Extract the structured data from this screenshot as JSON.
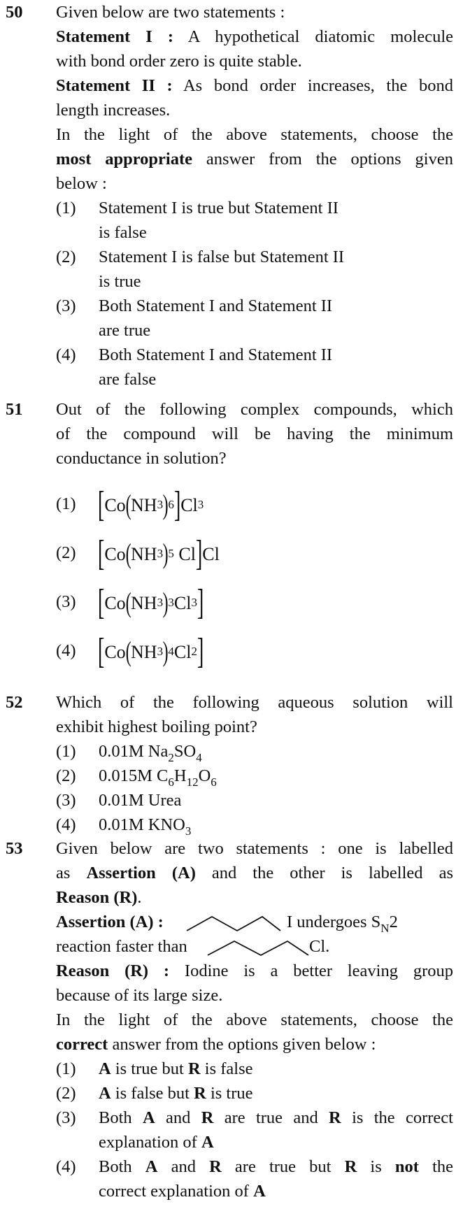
{
  "q50": {
    "number": "50",
    "line1": "Given below are two statements :",
    "s1_label": "Statement I :",
    "s1_text_a": " A hypothetical diatomic molecule",
    "s1_text_b": "with bond order zero is quite stable.",
    "s2_label": "Statement II :",
    "s2_text_a": " As bond order increases, the bond",
    "s2_text_b": "length increases.",
    "instr_a": "In the light of the above statements, choose the",
    "instr_bold": "most appropriate",
    "instr_b": " answer from the options given",
    "instr_c": "below :",
    "options": [
      {
        "num": "(1)",
        "a": "Statement I is true but Statement II",
        "b": "is false"
      },
      {
        "num": "(2)",
        "a": "Statement I is false but Statement II",
        "b": "is true"
      },
      {
        "num": "(3)",
        "a": "Both Statement I and Statement II",
        "b": "are true"
      },
      {
        "num": "(4)",
        "a": "Both Statement I and Statement II",
        "b": "are false"
      }
    ]
  },
  "q51": {
    "number": "51",
    "line1": "Out of the following complex compounds, which",
    "line2": "of the compound will be having the minimum",
    "line3": "conductance in solution?",
    "options": [
      {
        "num": "(1)",
        "co": "Co",
        "nh": "NH",
        "nh_sub": "3",
        "count": "6",
        "inner": "",
        "inner_sub": "",
        "outer": "Cl",
        "outer_sub": "3"
      },
      {
        "num": "(2)",
        "co": "Co",
        "nh": "NH",
        "nh_sub": "3",
        "count": "5",
        "inner": "Cl",
        "inner_sub": "",
        "outer": "Cl",
        "outer_sub": ""
      },
      {
        "num": "(3)",
        "co": "Co",
        "nh": "NH",
        "nh_sub": "3",
        "count": "3",
        "inner": "Cl",
        "inner_sub": "3",
        "outer": "",
        "outer_sub": ""
      },
      {
        "num": "(4)",
        "co": "Co",
        "nh": "NH",
        "nh_sub": "3",
        "count": "4",
        "inner": "Cl",
        "inner_sub": "2",
        "outer": "",
        "outer_sub": ""
      }
    ]
  },
  "q52": {
    "number": "52",
    "line1": "Which of the following aqueous solution will",
    "line2": "exhibit highest boiling point?",
    "options": [
      {
        "num": "(1)",
        "conc": "0.01M",
        "p1": "Na",
        "s1": "2",
        "p2": "SO",
        "s2": "4",
        "p3": "",
        "s3": ""
      },
      {
        "num": "(2)",
        "conc": "0.015M",
        "p1": "C",
        "s1": "6",
        "p2": "H",
        "s2": "12",
        "p3": "O",
        "s3": "6"
      },
      {
        "num": "(3)",
        "conc": "0.01M",
        "p1": "Urea",
        "s1": "",
        "p2": "",
        "s2": "",
        "p3": "",
        "s3": ""
      },
      {
        "num": "(4)",
        "conc": "0.01M",
        "p1": "KNO",
        "s1": "3",
        "p2": "",
        "s2": "",
        "p3": "",
        "s3": ""
      }
    ]
  },
  "q53": {
    "number": "53",
    "line1": "Given below are two statements : one is labelled",
    "line2_a": "as ",
    "line2_bold": "Assertion (A)",
    "line2_b": " and the other is labelled as",
    "line3_bold": "Reason (R)",
    "line3_b": ".",
    "a_label": "Assertion (A) :",
    "a_iodo": "I",
    "a_mid": " undergoes S",
    "a_sub": "N",
    "a_end": "2",
    "a_line2": "reaction faster than",
    "a_chloro": "Cl.",
    "r_label": "Reason (R) :",
    "r_text_a": " Iodine is a better leaving group",
    "r_text_b": "because of its large size.",
    "instr_a": "In the light of the above statements, choose the",
    "instr_bold": "correct",
    "instr_b": " answer from the options given below :",
    "options": [
      {
        "num": "(1)"
      },
      {
        "num": "(2)"
      },
      {
        "num": "(3)"
      },
      {
        "num": "(4)"
      }
    ],
    "opt1": {
      "b1": "A",
      "t1": " is true but ",
      "b2": "R",
      "t2": " is false"
    },
    "opt2": {
      "b1": "A",
      "t1": " is false but ",
      "b2": "R",
      "t2": " is true"
    },
    "opt3": {
      "t0": "Both ",
      "b1": "A",
      "t1": " and ",
      "b2": "R",
      "t2": " are true and ",
      "b3": "R",
      "t3": " is the correct",
      "l2": "explanation of ",
      "l2b": "A"
    },
    "opt4": {
      "t0": "Both ",
      "b1": "A",
      "t1": " and ",
      "b2": "R",
      "t2": " are true but ",
      "b3": "R",
      "t3": " is ",
      "b4": "not",
      "t4": " the",
      "l2": "correct explanation of ",
      "l2b": "A"
    }
  }
}
